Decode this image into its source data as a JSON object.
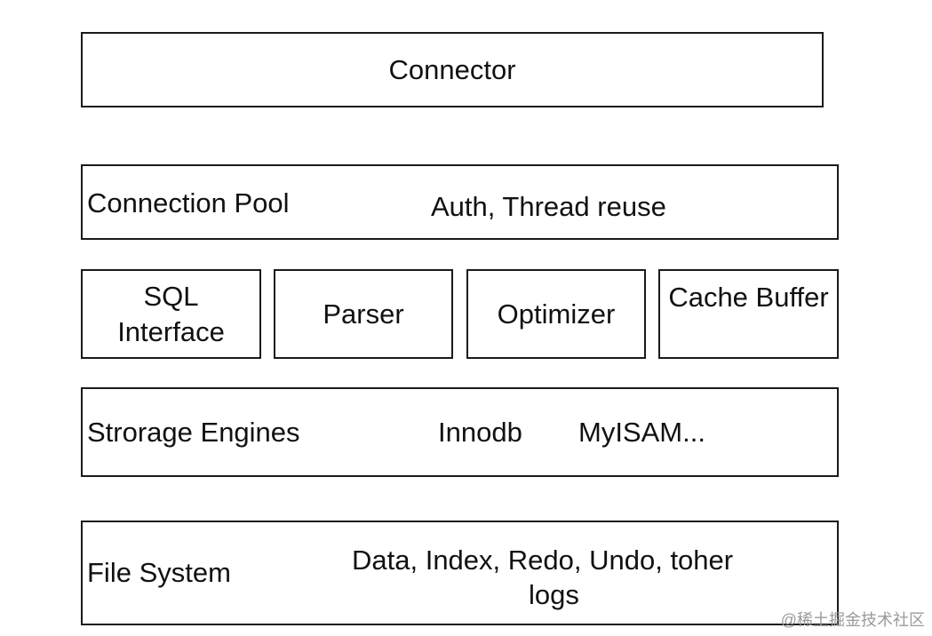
{
  "connector": {
    "label": "Connector"
  },
  "connection_pool": {
    "label": "Connection Pool",
    "detail": "Auth, Thread reuse"
  },
  "middle_modules": {
    "sql_interface_line1": "SQL",
    "sql_interface_line2": "Interface",
    "parser": "Parser",
    "optimizer": "Optimizer",
    "cache_buffer": "Cache Buffer"
  },
  "storage_engines": {
    "label": "Strorage Engines",
    "engine_1": "Innodb",
    "engine_2": "MyISAM..."
  },
  "file_system": {
    "label": "File System",
    "detail_line1": "Data, Index, Redo, Undo, toher",
    "detail_line2": "logs"
  },
  "watermark": {
    "text": "@稀土掘金技术社区"
  }
}
